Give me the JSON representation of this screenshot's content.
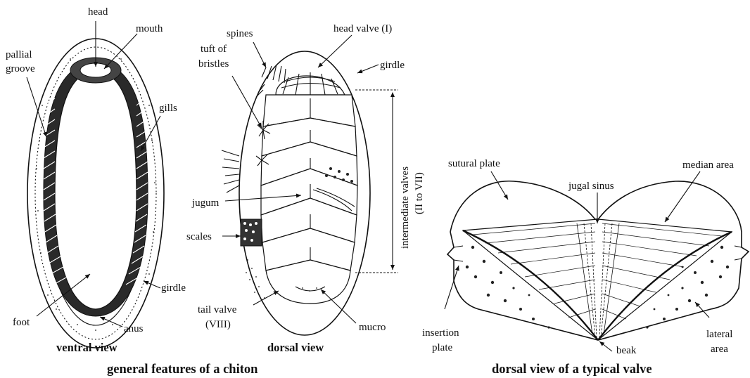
{
  "ventral": {
    "labels": {
      "head": "head",
      "mouth": "mouth",
      "pallial_groove_1": "pallial",
      "pallial_groove_2": "groove",
      "gills": "gills",
      "girdle": "girdle",
      "foot": "foot",
      "anus": "anus"
    },
    "caption": "ventral view"
  },
  "dorsal": {
    "labels": {
      "spines": "spines",
      "head_valve": "head valve (I)",
      "girdle": "girdle",
      "tuft_1": "tuft of",
      "tuft_2": "bristles",
      "intermediate_1": "intermediate valves",
      "intermediate_2": "(II to VII)",
      "jugum": "jugum",
      "scales": "scales",
      "tail_valve_1": "tail valve",
      "tail_valve_2": "(VIII)",
      "mucro": "mucro"
    },
    "caption": "dorsal view"
  },
  "left_title": "general features of a chiton",
  "valve": {
    "labels": {
      "sutural_plate": "sutural plate",
      "median_area": "median area",
      "jugal_sinus": "jugal sinus",
      "insertion_1": "insertion",
      "insertion_2": "plate",
      "beak": "beak",
      "lateral_1": "lateral",
      "lateral_2": "area"
    }
  },
  "right_title": "dorsal view of a typical valve"
}
